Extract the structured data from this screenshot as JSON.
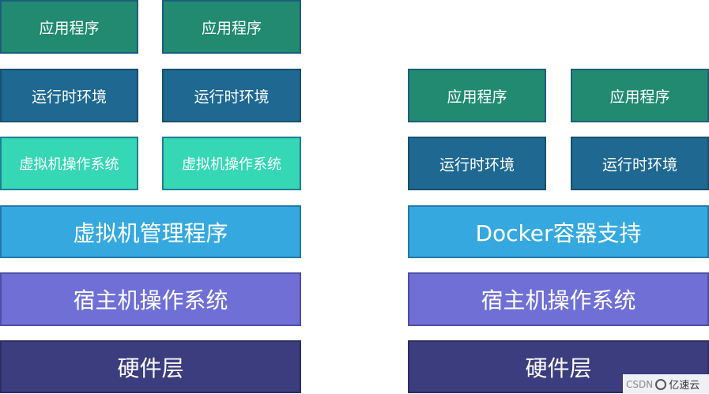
{
  "vm_stack": {
    "apps": [
      "应用程序",
      "应用程序"
    ],
    "runtimes": [
      "运行时环境",
      "运行时环境"
    ],
    "guest_os": [
      "虚拟机操作系统",
      "虚拟机操作系统"
    ],
    "hypervisor": "虚拟机管理程序",
    "host_os": "宿主机操作系统",
    "hardware": "硬件层"
  },
  "docker_stack": {
    "apps": [
      "应用程序",
      "应用程序"
    ],
    "runtimes": [
      "运行时环境",
      "运行时环境"
    ],
    "docker": "Docker容器支持",
    "host_os": "宿主机操作系统",
    "hardware": "硬件层"
  },
  "watermark": {
    "site": "CSDN",
    "brand": "亿速云"
  },
  "colors": {
    "app": "#218a70",
    "runtime": "#1e6891",
    "guest_os": "#35d7b5",
    "middle_layer": "#35a9df",
    "host_os": "#6f6fd5",
    "hardware": "#3b3d7f"
  }
}
